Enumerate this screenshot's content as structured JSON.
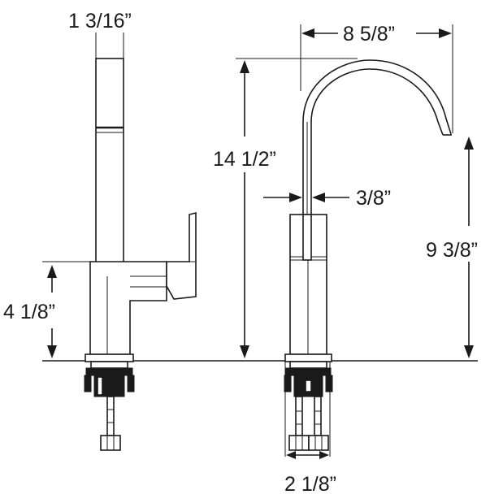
{
  "dimensions": {
    "side_width": "1 3/16”",
    "base_height": "4 1/8”",
    "spout_reach": "8 5/8”",
    "overall_height": "14 1/2”",
    "spout_diameter": "3/8”",
    "spout_clearance": "9 3/8”",
    "base_width": "2 1/8”"
  },
  "colors": {
    "line": "#1a1a1a",
    "background": "#ffffff"
  }
}
